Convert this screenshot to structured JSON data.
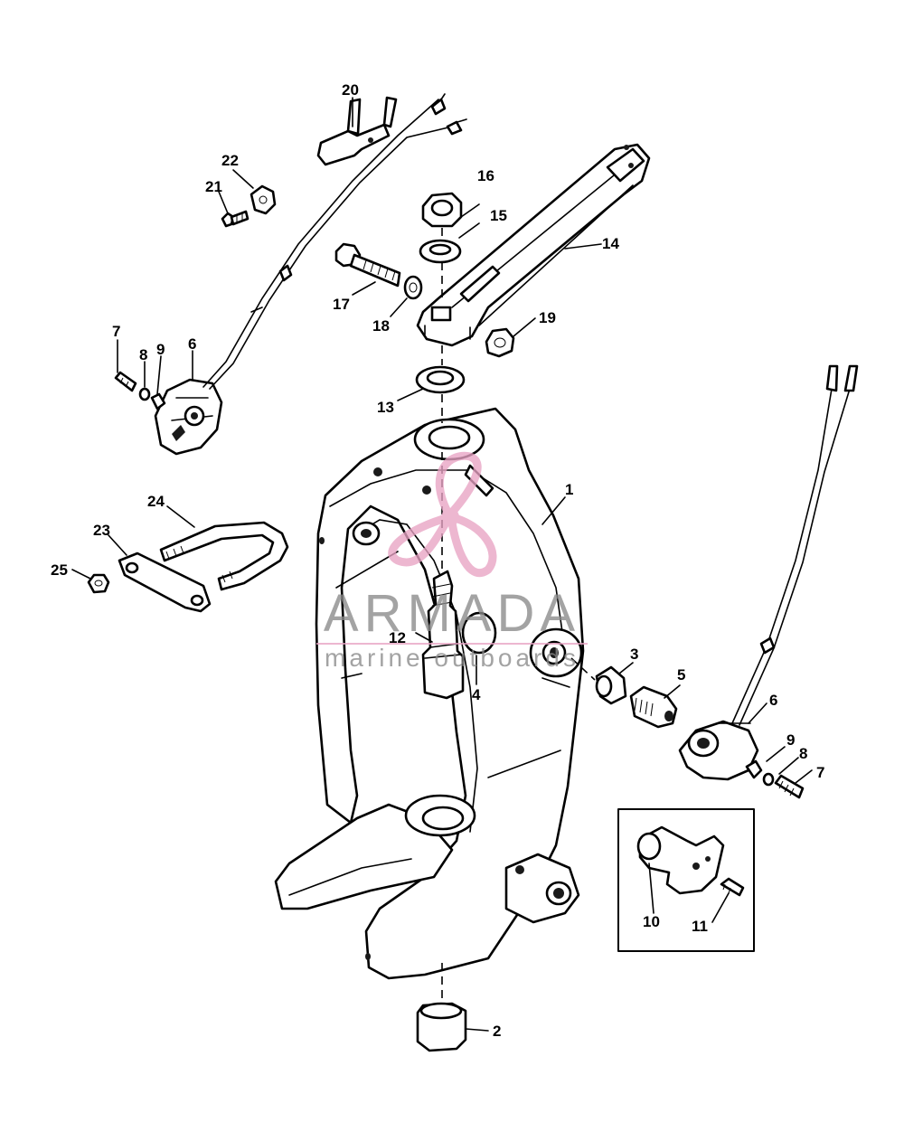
{
  "callouts": {
    "c1": "1",
    "c2": "2",
    "c3": "3",
    "c4": "4",
    "c5": "5",
    "c6a": "6",
    "c6b": "6",
    "c7a": "7",
    "c7b": "7",
    "c8a": "8",
    "c8b": "8",
    "c9a": "9",
    "c9b": "9",
    "c10": "10",
    "c11": "11",
    "c12": "12",
    "c13": "13",
    "c14": "14",
    "c15": "15",
    "c16": "16",
    "c17": "17",
    "c18": "18",
    "c19": "19",
    "c20": "20",
    "c21": "21",
    "c22": "22",
    "c23": "23",
    "c24": "24",
    "c25": "25"
  },
  "watermark": {
    "brand": "ARMADA",
    "tagline": "marine outboards"
  },
  "colors": {
    "line": "#000000",
    "background": "#ffffff",
    "watermark_accent": "#e8a3c4",
    "watermark_text": "#8a8a8a"
  }
}
